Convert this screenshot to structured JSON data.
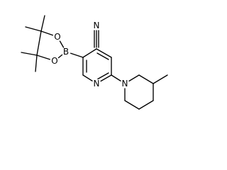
{
  "molecule": {
    "atoms": {
      "b": "B",
      "o_top": "O",
      "o_bottom": "O",
      "n_nitrile": "N",
      "n_pyridine": "N",
      "n_piperidine": "N"
    }
  }
}
